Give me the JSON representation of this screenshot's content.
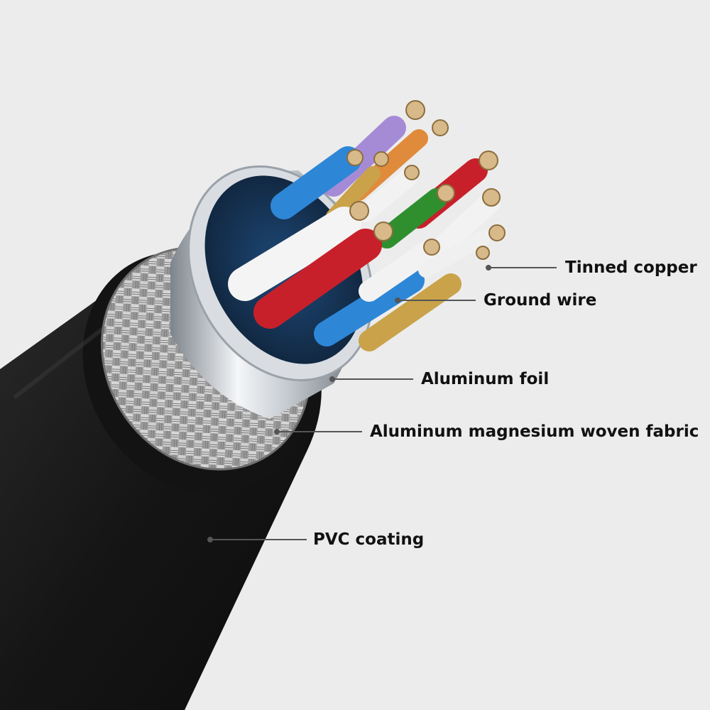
{
  "labels": {
    "tinned_copper": "Tinned copper",
    "ground_wire": "Ground wire",
    "aluminum_foil": "Aluminum foil",
    "aluminum_magnesium_woven_fabric": "Aluminum magnesium woven fabric",
    "pvc_coating": "PVC coating"
  },
  "colors": {
    "background": "#ececec",
    "jacket": "#1b1b1b",
    "braid": "#b8b8b8",
    "foil": "#d9dde2",
    "leader_line": "#555555",
    "label_text": "#111111",
    "wire_purple": "#a58bd6",
    "wire_orange": "#e08a3c",
    "wire_blue": "#2e86d6",
    "wire_red": "#c8202a",
    "wire_green": "#2f8f2f",
    "wire_white": "#f2f2f2",
    "wire_gold": "#c9a24a",
    "copper_strands": "#d8b98a"
  }
}
